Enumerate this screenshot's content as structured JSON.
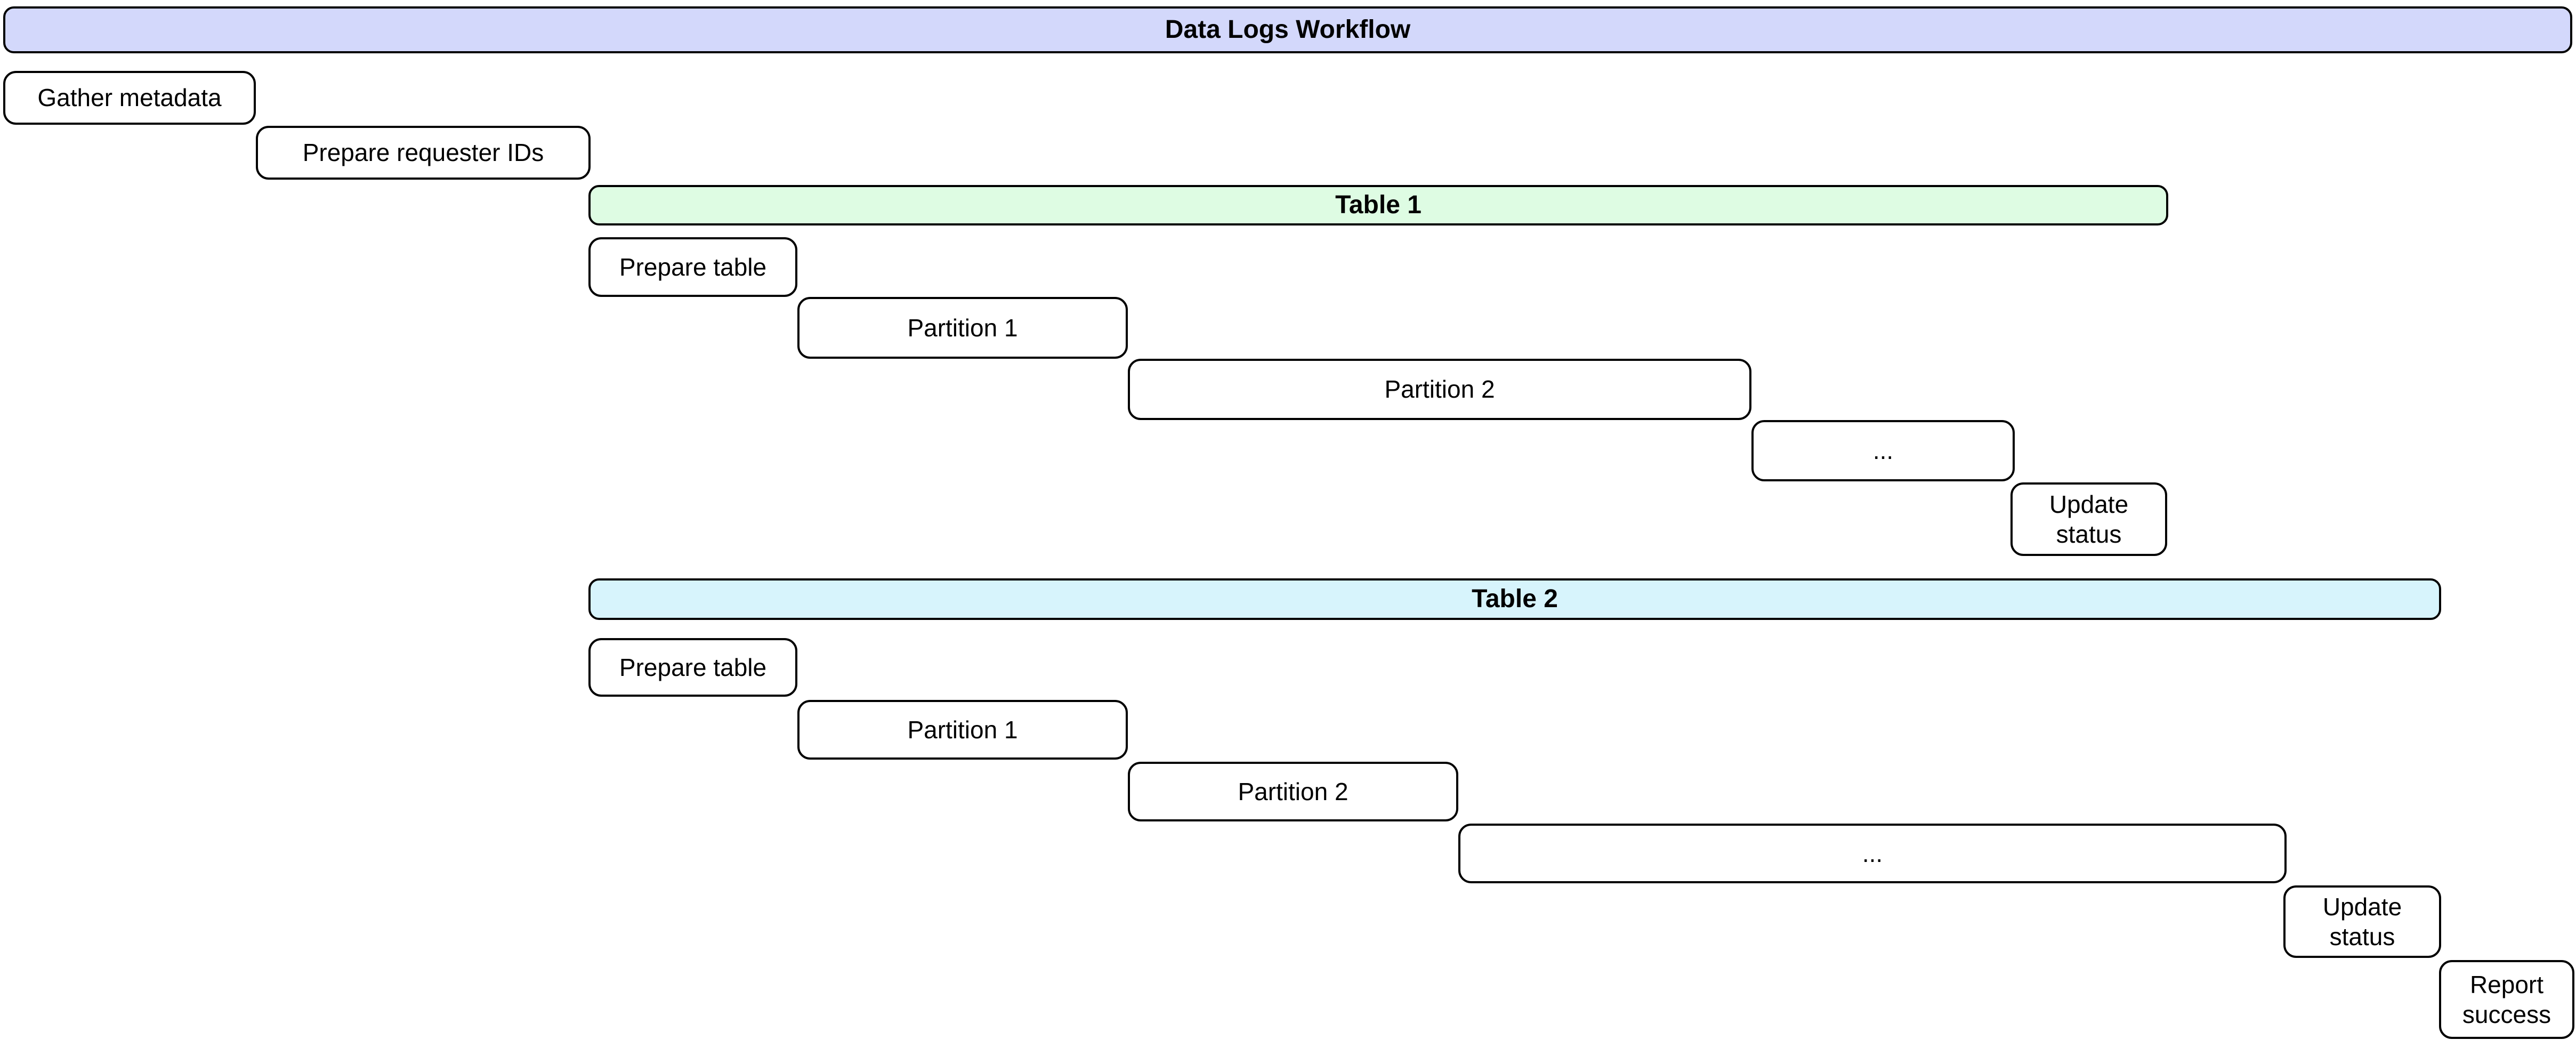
{
  "diagram": {
    "type": "workflow-gantt",
    "title": "Data Logs Workflow",
    "colors": {
      "title_banner_bg": "#d3d8fb",
      "table1_banner_bg": "#defce3",
      "table2_banner_bg": "#d7f4fc",
      "task_bg": "#ffffff",
      "border": "#000000",
      "text": "#000000"
    },
    "nodes": {
      "title": {
        "label": "Data Logs Workflow"
      },
      "gather": {
        "label": "Gather metadata"
      },
      "requester": {
        "label": "Prepare requester IDs"
      },
      "table1": {
        "label": "Table 1"
      },
      "t1_prepare": {
        "label": "Prepare table"
      },
      "t1_part1": {
        "label": "Partition 1"
      },
      "t1_part2": {
        "label": "Partition 2"
      },
      "t1_more": {
        "label": "..."
      },
      "t1_update": {
        "label": "Update status"
      },
      "table2": {
        "label": "Table 2"
      },
      "t2_prepare": {
        "label": "Prepare table"
      },
      "t2_part1": {
        "label": "Partition 1"
      },
      "t2_part2": {
        "label": "Partition 2"
      },
      "t2_more": {
        "label": "..."
      },
      "t2_update": {
        "label": "Update status"
      },
      "report": {
        "label": "Report success"
      }
    },
    "sections": [
      {
        "name": "Table 1",
        "steps": [
          "Prepare table",
          "Partition 1",
          "Partition 2",
          "...",
          "Update status"
        ]
      },
      {
        "name": "Table 2",
        "steps": [
          "Prepare table",
          "Partition 1",
          "Partition 2",
          "...",
          "Update status"
        ]
      }
    ],
    "sequence": [
      "Gather metadata",
      "Prepare requester IDs",
      "Table 1",
      "Table 2",
      "Report success"
    ]
  }
}
